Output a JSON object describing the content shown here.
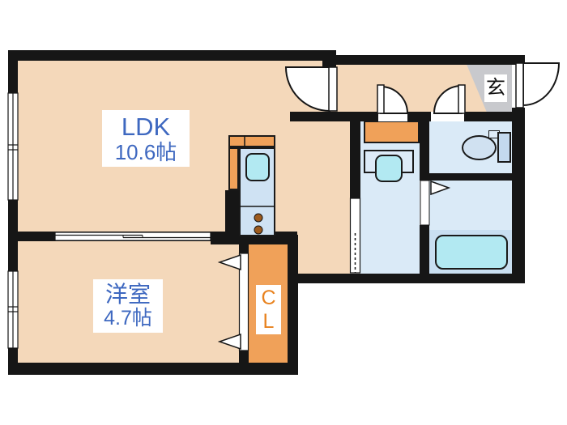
{
  "plan_title": "1LDK floor plan",
  "rooms": {
    "ldk": {
      "name": "LDK",
      "size": "10.6帖"
    },
    "bedroom": {
      "name": "洋室",
      "size": "4.7帖"
    },
    "closet": {
      "label": "CL"
    },
    "entrance": {
      "label": "玄"
    }
  },
  "fixtures": [
    "kitchen-counter",
    "kitchen-sink",
    "gas-burners",
    "storage-cabinet",
    "washbasin",
    "toilet",
    "bathtub"
  ],
  "palette": {
    "wall": "#161616",
    "floor": "#f4d8ba",
    "room_blue": "#daeaf7",
    "bath_lower": "#c9dff1",
    "fixture_cyan": "#b2e9f2",
    "accent_orange": "#f0a159",
    "entrance_gray": "#c8c9cd",
    "label_blue": "#3e68c0",
    "closet_label_orange": "#e8821e"
  }
}
